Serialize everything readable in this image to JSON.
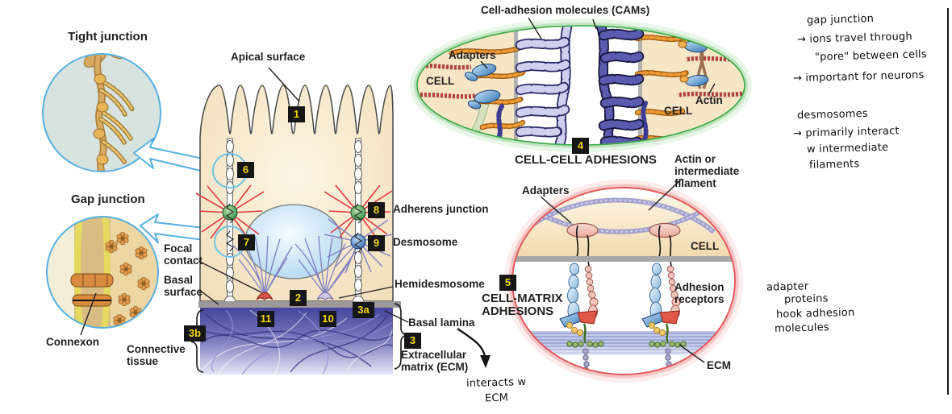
{
  "colors": {
    "badge_bg": "#161616",
    "badge_text": "#f5d50a",
    "inset_ring": "#58b0e0",
    "cell_cell_ring": "#3aa845",
    "cell_matrix_ring": "#e05a5a",
    "cell_fill": "#f3dfbc",
    "ecm_fill": "#45459c"
  },
  "insets": {
    "tight_junction_title": "Tight junction",
    "gap_junction_title": "Gap junction",
    "connexon_label": "Connexon"
  },
  "epithelium": {
    "apical_surface": "Apical surface",
    "adherens_junction": "Adherens junction",
    "desmosome": "Desmosome",
    "hemidesmosome": "Hemidesmosome",
    "basal_lamina": "Basal lamina",
    "ecm": {
      "line1": "Extracellular",
      "line2": "matrix (ECM)"
    },
    "focal_contact": {
      "line1": "Focal",
      "line2": "contact"
    },
    "basal_surface": {
      "line1": "Basal",
      "line2": "surface"
    },
    "connective_tissue": {
      "line1": "Connective",
      "line2": "tissue"
    }
  },
  "badges": {
    "b1": "1",
    "b2": "2",
    "b3": "3",
    "b3a": "3a",
    "b3b": "3b",
    "b4": "4",
    "b5": "5",
    "b6": "6",
    "b7": "7",
    "b8": "8",
    "b9": "9",
    "b10": "10",
    "b11": "11"
  },
  "cell_cell": {
    "title": "Cell-adhesion molecules (CAMs)",
    "adapters": "Adapters",
    "cell_left": "CELL",
    "cell_right": "CELL",
    "actin": "Actin",
    "caption": "CELL-CELL ADHESIONS"
  },
  "cell_matrix": {
    "adapters": "Adapters",
    "filament": {
      "line1": "Actin or",
      "line2": "intermediate",
      "line3": "filament"
    },
    "cell": "CELL",
    "receptors": {
      "line1": "Adhesion",
      "line2": "receptors"
    },
    "ecm": "ECM",
    "caption": {
      "line1": "CELL-MATRIX",
      "line2": "ADHESIONS"
    }
  },
  "notes": {
    "gap": {
      "title": "gap junction",
      "line1": "→ ions travel through",
      "line2": "\"pore\" between cells",
      "line3": "→ important for neurons"
    },
    "desmosomes": {
      "title": "desmosomes",
      "line1": "→ primarily interact",
      "line2": "w intermediate",
      "line3": "filaments"
    },
    "adapter": {
      "line1": "adapter",
      "line2": "proteins",
      "line3": "hook adhesion",
      "line4": "molecules"
    },
    "ecm": {
      "line1": "interacts w",
      "line2": "ECM"
    }
  }
}
